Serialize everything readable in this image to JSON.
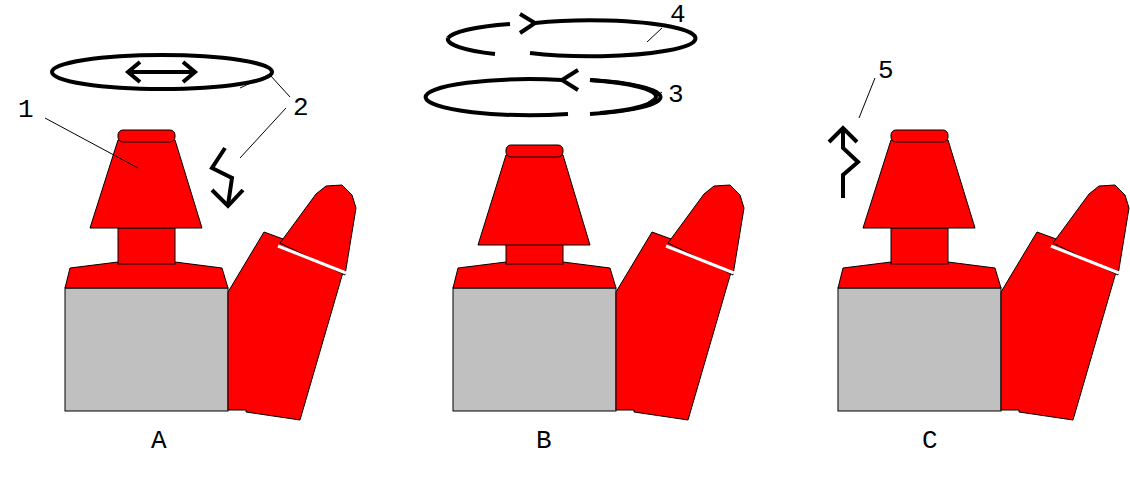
{
  "diagram": {
    "labels": [
      "4",
      "1",
      "2",
      "3",
      "5",
      "A",
      "B",
      "C"
    ]
  }
}
